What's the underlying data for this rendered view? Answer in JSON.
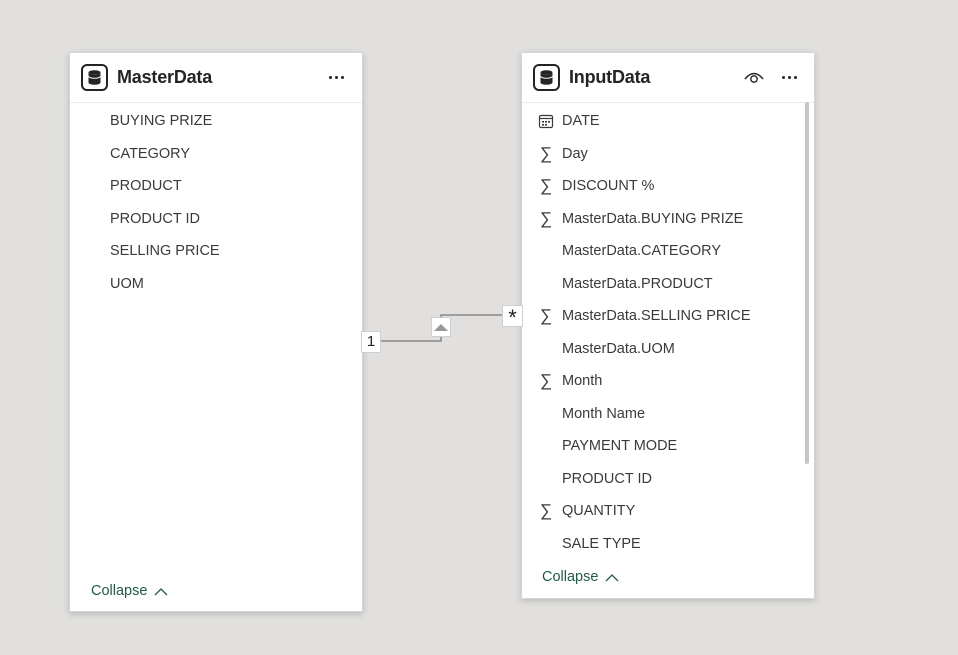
{
  "tables": {
    "master": {
      "title": "MasterData",
      "collapse_label": "Collapse",
      "fields": [
        {
          "name": "BUYING PRIZE",
          "icon": ""
        },
        {
          "name": "CATEGORY",
          "icon": ""
        },
        {
          "name": "PRODUCT",
          "icon": ""
        },
        {
          "name": "PRODUCT ID",
          "icon": ""
        },
        {
          "name": "SELLING PRICE",
          "icon": ""
        },
        {
          "name": "UOM",
          "icon": ""
        }
      ]
    },
    "input": {
      "title": "InputData",
      "collapse_label": "Collapse",
      "fields": [
        {
          "name": "DATE",
          "icon": "calendar-icon"
        },
        {
          "name": "Day",
          "icon": "sigma-icon"
        },
        {
          "name": "DISCOUNT %",
          "icon": "sigma-icon"
        },
        {
          "name": "MasterData.BUYING PRIZE",
          "icon": "sigma-icon"
        },
        {
          "name": "MasterData.CATEGORY",
          "icon": ""
        },
        {
          "name": "MasterData.PRODUCT",
          "icon": ""
        },
        {
          "name": "MasterData.SELLING PRICE",
          "icon": "sigma-icon"
        },
        {
          "name": "MasterData.UOM",
          "icon": ""
        },
        {
          "name": "Month",
          "icon": "sigma-icon"
        },
        {
          "name": "Month Name",
          "icon": ""
        },
        {
          "name": "PAYMENT MODE",
          "icon": ""
        },
        {
          "name": "PRODUCT ID",
          "icon": ""
        },
        {
          "name": "QUANTITY",
          "icon": "sigma-icon"
        },
        {
          "name": "SALE TYPE",
          "icon": ""
        }
      ]
    }
  },
  "relationship": {
    "one_side": "1",
    "many_side": "*"
  },
  "colors": {
    "canvas": "#e1e0de",
    "card": "#ffffff",
    "text": "#252423",
    "link": "#1f5c4a"
  }
}
